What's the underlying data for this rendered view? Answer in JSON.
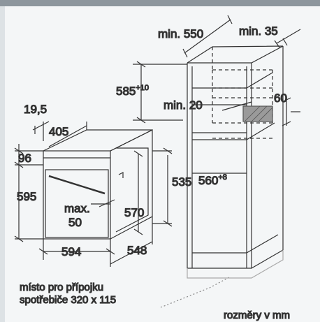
{
  "diagram": {
    "oven": {
      "depth_top": "405",
      "front_thickness": "19,5",
      "panel_height": "96",
      "height": "595",
      "width": "594",
      "depth": "548",
      "body_height": "535",
      "inner_height": "570",
      "gap_label": "max.",
      "gap_value": "50"
    },
    "cabinet": {
      "min_depth": "min. 550",
      "min_side": "min. 35",
      "height_label": "585",
      "height_sup": "+10",
      "min_vent": "min. 20",
      "vent_height": "60",
      "niche_width": "560",
      "niche_sup": "+8"
    },
    "note_line1": "místo pro přípojku",
    "note_line2": "spotřebiče 320 x 115",
    "units": "rozměry v mm"
  }
}
